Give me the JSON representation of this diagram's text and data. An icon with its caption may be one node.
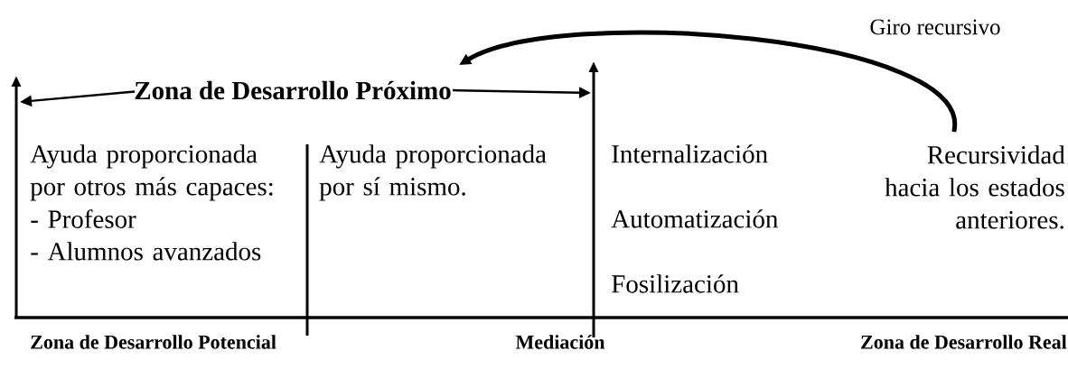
{
  "diagram": {
    "nodes": [
      {
        "text": [
          "Zona de Desarrollo Próximo"
        ]
      },
      {
        "text": [
          "Recursividad hacia los estados anteriores."
        ]
      }
    ],
    "edges": [
      {
        "from": 0,
        "to": null,
        "arrow": "to"
      },
      {
        "from": 0,
        "to": null,
        "arrow": "to"
      },
      {
        "from": 1,
        "to": 0,
        "arrow": "to",
        "style": "thick",
        "label": "Giro recursivo"
      }
    ],
    "labels": [
      "Ayuda proporcionada por otros más capaces:",
      "- Profesor",
      "- Alumnos avanzados",
      "Ayuda proporcionada por sí mismo.",
      "Internalización",
      "Automatización",
      "Fosilización",
      "Zona de Desarrollo Potencial",
      "Mediación",
      "Zona de Desarrollo Real"
    ]
  }
}
